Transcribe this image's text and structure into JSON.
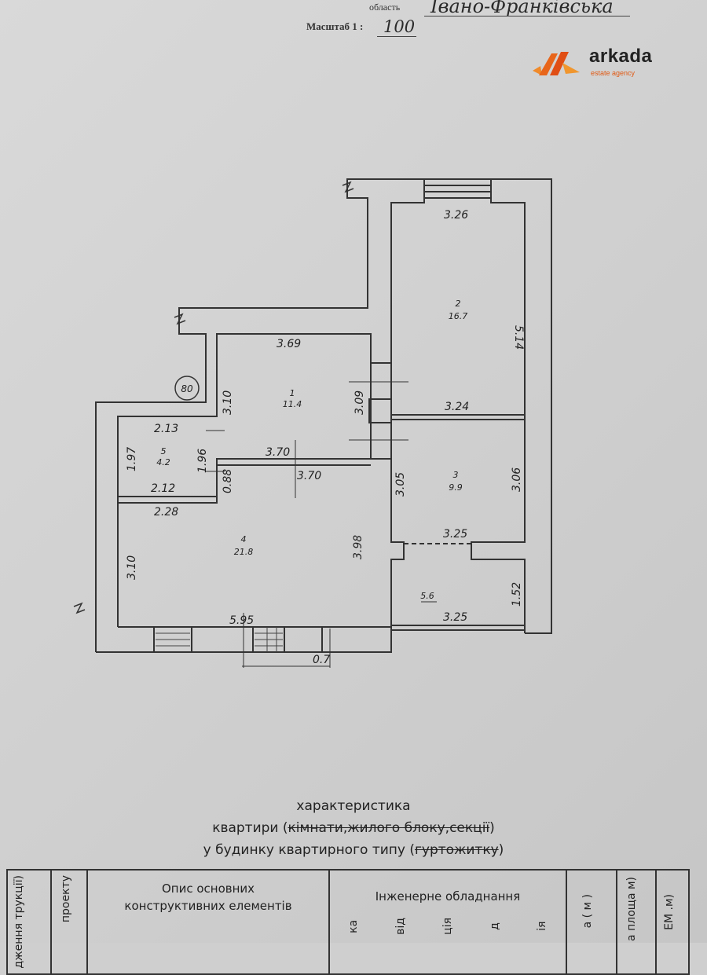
{
  "header": {
    "oblast_label": "область",
    "oblast_value": "Івано-Франківська",
    "scale_label": "Масштаб 1 :",
    "scale_value": "100"
  },
  "logo": {
    "name": "arkada",
    "subtitle": "estate agency",
    "accent_color": "#e8651a"
  },
  "floor_plan": {
    "marker": "80",
    "rooms": [
      {
        "number": "1",
        "area": "11.4"
      },
      {
        "number": "2",
        "area": "16.7"
      },
      {
        "number": "3",
        "area": "9.9"
      },
      {
        "number": "4",
        "area": "21.8"
      },
      {
        "number": "5",
        "area": "4.2"
      },
      {
        "number": "",
        "area": "5.6"
      }
    ],
    "dimensions": [
      "3.26",
      "5.14",
      "3.69",
      "3.10",
      "3.09",
      "3.24",
      "2.13",
      "1.97",
      "1.96",
      "3.70",
      "3.70",
      "0.88",
      "2.12",
      "2.28",
      "3.05",
      "3.06",
      "3.25",
      "3.10",
      "3.98",
      "1.52",
      "3.25",
      "5.95",
      "0.7"
    ]
  },
  "caption": {
    "line1": "характеристика",
    "line2_prefix": "квартири (",
    "line2_struck": "кімнати,жилого блоку,секції",
    "line2_suffix": ")",
    "line3_prefix": "у будинку квартирного типу (",
    "line3_struck": "гуртожитку",
    "line3_suffix": ")"
  },
  "table": {
    "col_a": "дження трукції)",
    "col_b": "проекту",
    "col_c": "Опис основних конструктивних елементів",
    "col_d": "Інженерне обладнання",
    "col_e": "а ( м )",
    "col_f": "а площа м)",
    "col_g": "ЕМ .м)",
    "sub_1": "ка",
    "sub_2": "від",
    "sub_3": "ція",
    "sub_4": "д",
    "sub_5": "ія"
  }
}
